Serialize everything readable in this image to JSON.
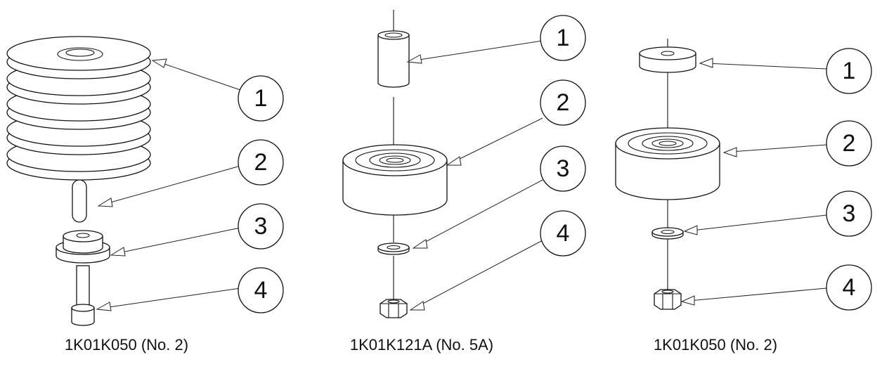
{
  "assemblies": [
    {
      "id": "left",
      "caption": "1K01K050 (No. 2)",
      "callouts": [
        "1",
        "2",
        "3",
        "4"
      ],
      "parts": [
        "pulley",
        "pin",
        "flanged-bushing",
        "bolt"
      ]
    },
    {
      "id": "middle",
      "caption": "1K01K121A (No. 5A)",
      "callouts": [
        "1",
        "2",
        "3",
        "4"
      ],
      "parts": [
        "sleeve",
        "bearing-roller",
        "washer",
        "nut"
      ]
    },
    {
      "id": "right",
      "caption": "1K01K050 (No. 2)",
      "callouts": [
        "1",
        "2",
        "3",
        "4"
      ],
      "parts": [
        "spacer",
        "bearing-roller",
        "washer",
        "nut"
      ]
    }
  ]
}
